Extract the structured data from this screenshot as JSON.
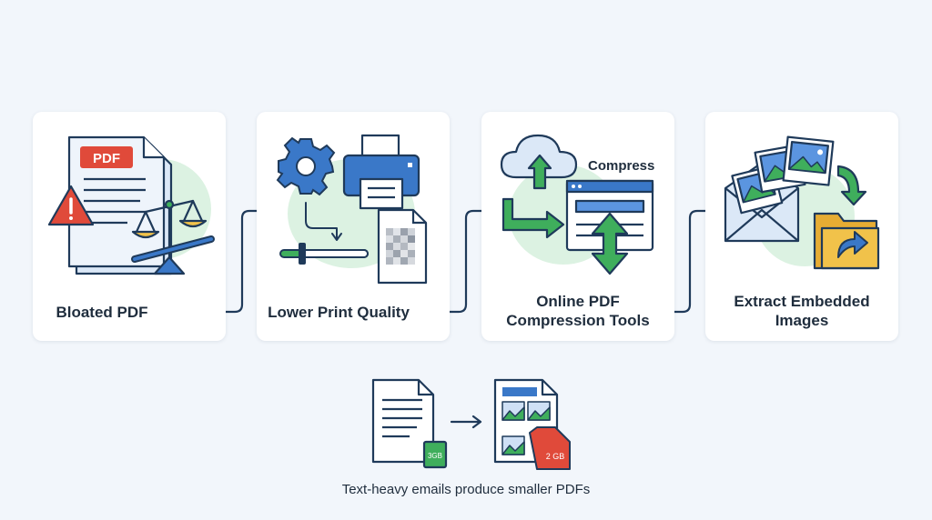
{
  "steps": [
    {
      "label": "Bloated PDF",
      "badge": "PDF"
    },
    {
      "label": "Lower Print Quality"
    },
    {
      "label_lines": [
        "Online PDF",
        "Compression Tools"
      ],
      "badge": "Compress"
    },
    {
      "label_lines": [
        "Extract Embedded",
        "Images"
      ]
    }
  ],
  "bottom": {
    "left_size": "3GB",
    "right_size": "2 GB",
    "caption": "Text-heavy emails produce smaller PDFs"
  },
  "colors": {
    "background": "#f2f6fb",
    "outline": "#1f3a5a",
    "blue": "#3a78c8",
    "green": "#3fae5c",
    "red": "#e04a3a",
    "yellow": "#f1c24a",
    "blob": "#dcf2e2"
  },
  "icons": [
    "pdf-document-icon",
    "warning-icon",
    "balance-scale-icon",
    "gear-icon",
    "printer-icon",
    "slider-icon",
    "pixelated-document-icon",
    "cloud-upload-icon",
    "browser-window-icon",
    "compress-arrows-icon",
    "envelope-icon",
    "photo-stack-icon",
    "folder-share-icon",
    "text-document-icon",
    "image-document-icon"
  ]
}
